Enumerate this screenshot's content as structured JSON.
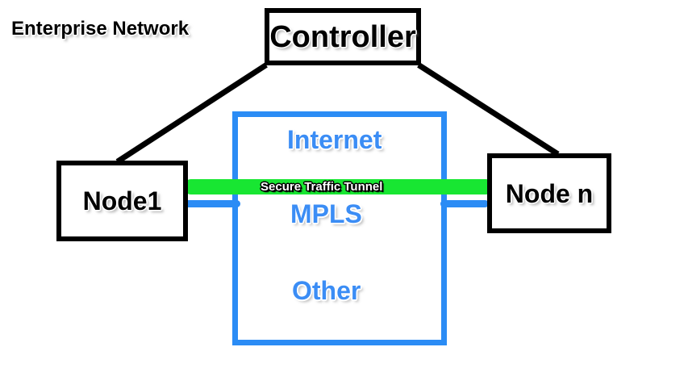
{
  "diagram": {
    "title": "Enterprise Network",
    "nodes": {
      "controller": "Controller",
      "node1": "Node1",
      "node_n": "Node n"
    },
    "cloud": {
      "options": [
        "Internet",
        "MPLS",
        "Other"
      ],
      "internet": "Internet",
      "mpls": "MPLS",
      "other": "Other"
    },
    "tunnel": {
      "label": "Secure Traffic Tunnel"
    },
    "colors": {
      "background": "#ffffff",
      "node_border": "#000000",
      "node_text": "#000000",
      "cloud_border": "#2b8cf5",
      "cloud_text": "#3b8df5",
      "tunnel_fill": "#18e632",
      "tunnel_text": "#ffffff",
      "tunnel_outline": "#000000",
      "link_line": "#2b8cf5",
      "control_line": "#000000"
    }
  }
}
